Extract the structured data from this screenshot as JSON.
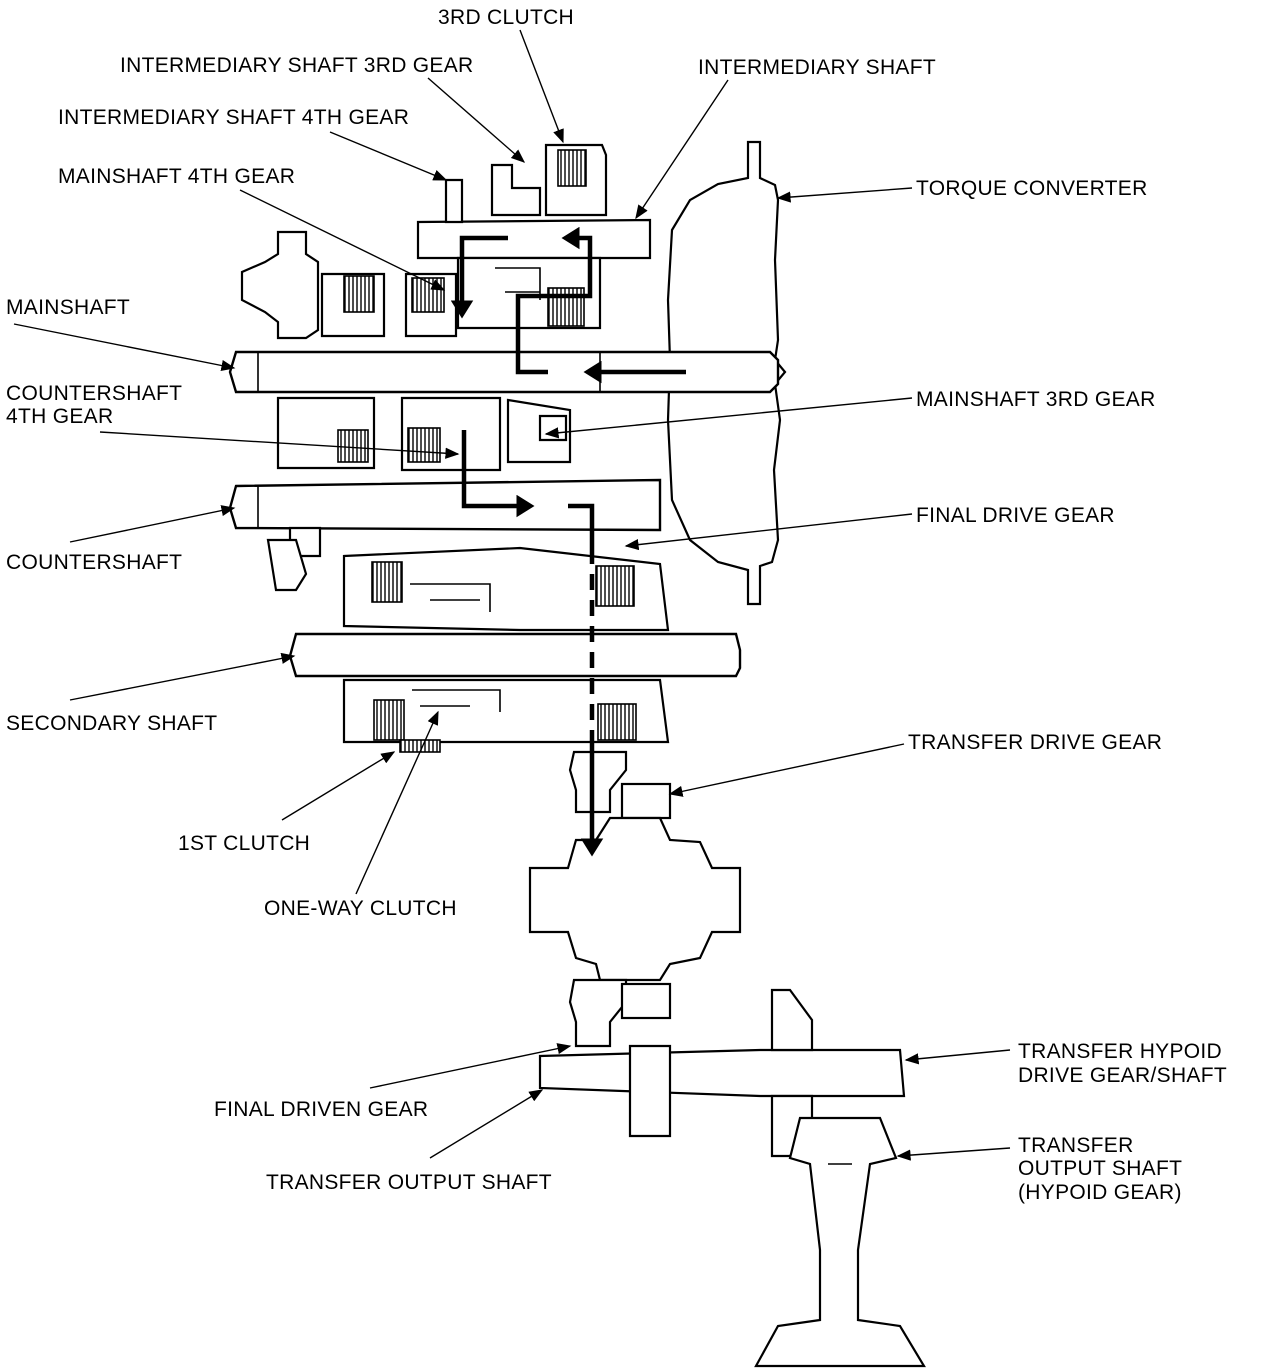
{
  "labels": {
    "clutch_3rd": "3RD CLUTCH",
    "intermediary_shaft_3rd_gear": "INTERMEDIARY SHAFT 3RD GEAR",
    "intermediary_shaft": "INTERMEDIARY SHAFT",
    "intermediary_shaft_4th_gear": "INTERMEDIARY SHAFT 4TH GEAR",
    "mainshaft_4th_gear": "MAINSHAFT 4TH GEAR",
    "torque_converter": "TORQUE CONVERTER",
    "mainshaft": "MAINSHAFT",
    "countershaft_4th_gear_line1": "COUNTERSHAFT",
    "countershaft_4th_gear_line2": "4TH GEAR",
    "mainshaft_3rd_gear": "MAINSHAFT 3RD GEAR",
    "final_drive_gear": "FINAL DRIVE GEAR",
    "countershaft": "COUNTERSHAFT",
    "secondary_shaft": "SECONDARY SHAFT",
    "transfer_drive_gear": "TRANSFER DRIVE GEAR",
    "clutch_1st": "1ST CLUTCH",
    "one_way_clutch": "ONE-WAY CLUTCH",
    "transfer_hypoid_line1": "TRANSFER HYPOID",
    "transfer_hypoid_line2": "DRIVE GEAR/SHAFT",
    "final_driven_gear": "FINAL DRIVEN GEAR",
    "transfer_output_shaft": "TRANSFER OUTPUT SHAFT",
    "transfer_output_hypoid_line1": "TRANSFER",
    "transfer_output_hypoid_line2": "OUTPUT SHAFT",
    "transfer_output_hypoid_line3": "(HYPOID GEAR)"
  }
}
